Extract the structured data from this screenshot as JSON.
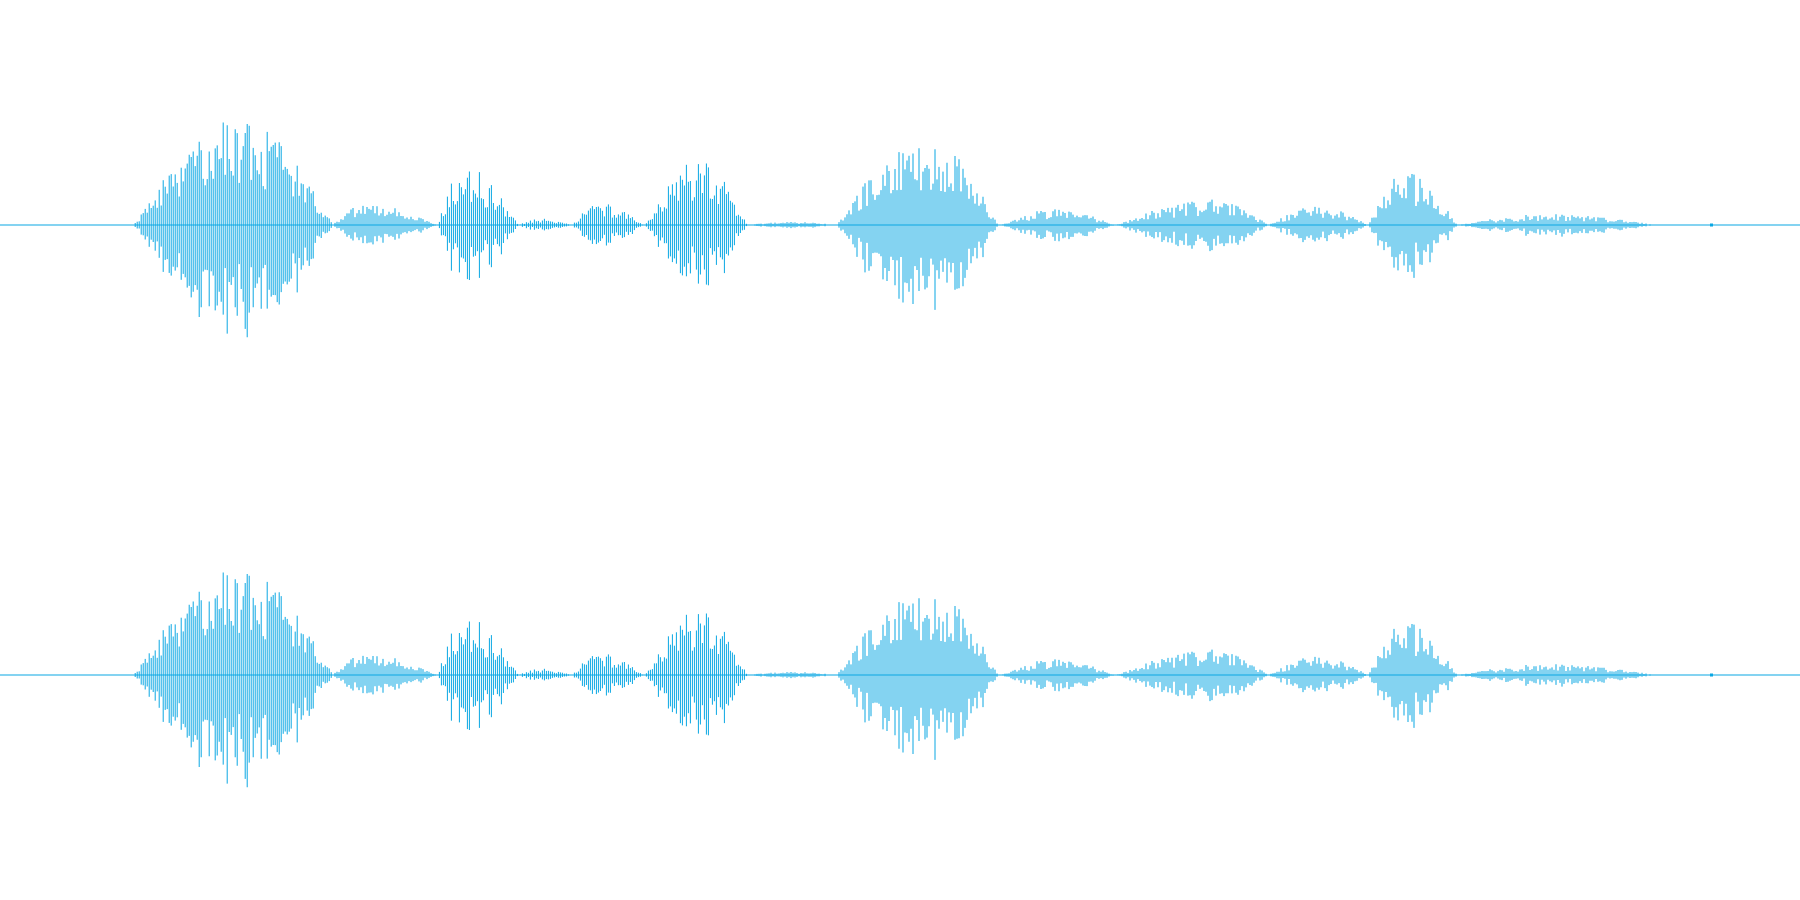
{
  "waveform": {
    "color": "#0aa7e3",
    "background": "#ffffff",
    "channel_count": 2,
    "duration_fraction_end": 1.0,
    "segments": [
      {
        "start": 0.074,
        "end": 0.185,
        "peak": 0.68,
        "center": 0.131
      },
      {
        "start": 0.185,
        "end": 0.243,
        "peak": 0.14,
        "center": 0.2
      },
      {
        "start": 0.243,
        "end": 0.288,
        "peak": 0.38,
        "center": 0.257
      },
      {
        "start": 0.288,
        "end": 0.318,
        "peak": 0.04,
        "center": 0.3
      },
      {
        "start": 0.318,
        "end": 0.358,
        "peak": 0.14,
        "center": 0.332
      },
      {
        "start": 0.358,
        "end": 0.415,
        "peak": 0.42,
        "center": 0.388
      },
      {
        "start": 0.415,
        "end": 0.465,
        "peak": 0.02,
        "center": 0.44
      },
      {
        "start": 0.465,
        "end": 0.555,
        "peak": 0.55,
        "center": 0.514
      },
      {
        "start": 0.555,
        "end": 0.62,
        "peak": 0.1,
        "center": 0.585
      },
      {
        "start": 0.62,
        "end": 0.705,
        "peak": 0.16,
        "center": 0.672
      },
      {
        "start": 0.705,
        "end": 0.76,
        "peak": 0.12,
        "center": 0.73
      },
      {
        "start": 0.76,
        "end": 0.81,
        "peak": 0.33,
        "center": 0.78
      },
      {
        "start": 0.81,
        "end": 0.92,
        "peak": 0.07,
        "center": 0.86
      }
    ]
  }
}
